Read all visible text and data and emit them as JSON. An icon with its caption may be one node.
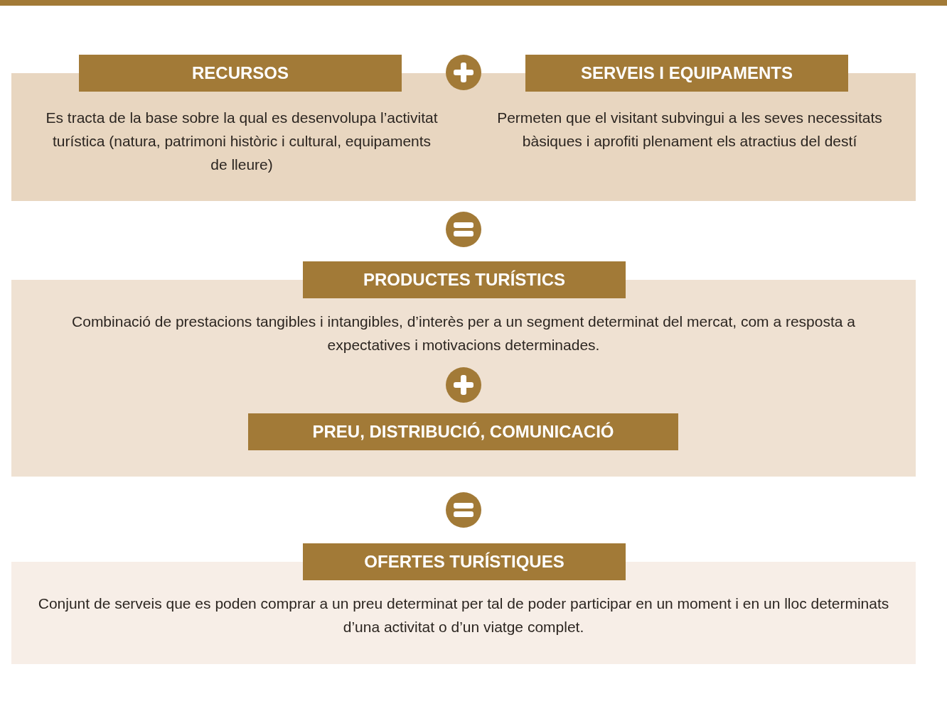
{
  "diagram": {
    "nodes": [
      {
        "text": [
          "RECURSOS",
          "Es tracta de la base sobre la qual es desenvolupa l’activitat turística (natura, patrimoni històric i cultural, equipaments de lleure)"
        ]
      },
      {
        "text": [
          "SERVEIS I EQUIPAMENTS",
          "Permeten que el visitant subvingui a les seves necessitats bàsiques i aprofiti plenament els atractius del destí"
        ]
      },
      {
        "text": [
          "PRODUCTES TURÍSTICS"
        ]
      },
      {
        "text": [
          "Combinació de prestacions tangibles i intangibles, d’interès per a un segment determinat del mercat, com a resposta a expectatives i motivacions determinades."
        ]
      },
      {
        "text": [
          "PREU, DISTRIBUCIÓ, COMUNICACIÓ"
        ],
        "in": 3
      },
      {
        "text": [
          "OFERTES TURÍSTIQUES",
          "Conjunt de serveis que es poden comprar a un preu determinat per tal de poder participar en un moment i en un lloc determinats d’una activitat o d’un viatge complet."
        ]
      }
    ]
  }
}
